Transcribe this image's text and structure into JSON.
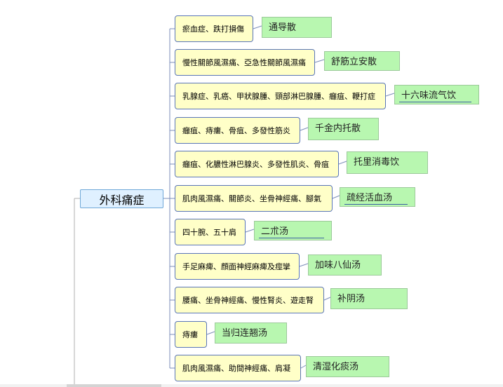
{
  "root": {
    "label": "外科痛症"
  },
  "branches": [
    {
      "condition": "瘀血症、跌打損傷",
      "remedy": "通导散"
    },
    {
      "condition": "慢性關節風濕痛、亞急性關節風濕痛",
      "remedy": "舒筋立安散"
    },
    {
      "condition": "乳腺症、乳癌、甲狀腺腫、頸部淋巴腺腫、癰疽、鞭打症",
      "remedy": "十六味流气饮"
    },
    {
      "condition": "癰疽、痔瘻、骨疽、多發性筋炎",
      "remedy": "千金内托散"
    },
    {
      "condition": "癰疽、化膿性淋巴腺炎、多發性肌炎、骨疽",
      "remedy": "托里消毒饮"
    },
    {
      "condition": "肌肉風濕痛、關節炎、坐骨神經痛、腳氣",
      "remedy": "疏经活血汤"
    },
    {
      "condition": "四十腕、五十肩",
      "remedy": "二朮汤"
    },
    {
      "condition": "手足麻痺、顔面神經麻痺及痙攣",
      "remedy": "加味八仙汤"
    },
    {
      "condition": "腰痛、坐骨神經痛、慢性腎炎、遊走腎",
      "remedy": "补阴汤"
    },
    {
      "condition": "痔瘻",
      "remedy": "当归连翘汤"
    },
    {
      "condition": "肌肉風濕痛、助間神經痛、肩凝",
      "remedy": "清湿化痰汤"
    }
  ]
}
